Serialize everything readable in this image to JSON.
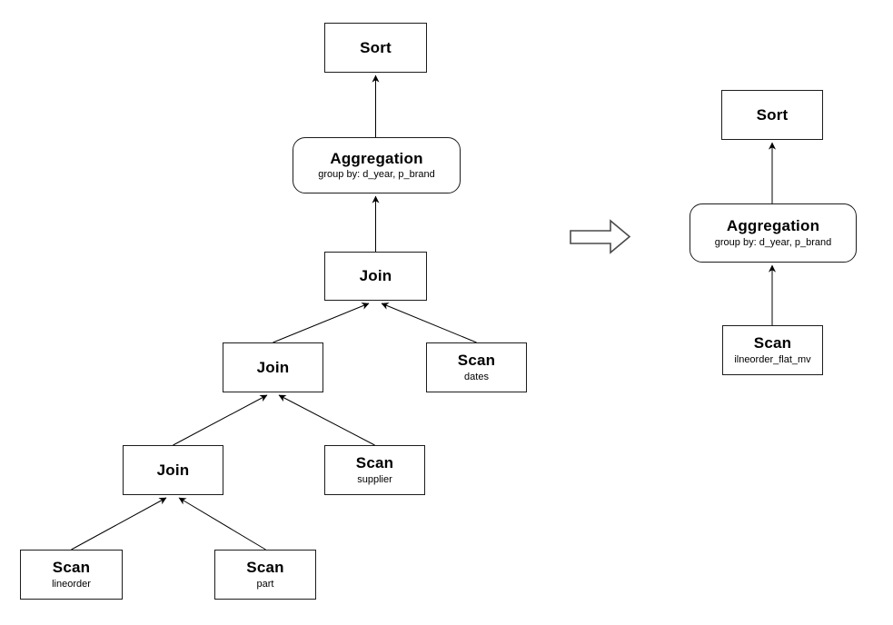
{
  "diagram": {
    "description": "Query plan rewrite: multi-join plan collapsed to materialized-view scan",
    "background_color": "#ffffff",
    "node_border_color": "#1c1c1c",
    "edge_color": "#000000",
    "transform_arrow": {
      "icon": "right-block-arrow",
      "outline_color": "#4a4a4a",
      "fill_color": "#ffffff"
    }
  },
  "left_plan": {
    "sort": {
      "title": "Sort"
    },
    "aggregation": {
      "title": "Aggregation",
      "subtitle": "group by: d_year, p_brand"
    },
    "join_top": {
      "title": "Join"
    },
    "join_mid": {
      "title": "Join"
    },
    "join_bottom": {
      "title": "Join"
    },
    "scan_dates": {
      "title": "Scan",
      "subtitle": "dates"
    },
    "scan_supplier": {
      "title": "Scan",
      "subtitle": "supplier"
    },
    "scan_lineorder": {
      "title": "Scan",
      "subtitle": "lineorder"
    },
    "scan_part": {
      "title": "Scan",
      "subtitle": "part"
    }
  },
  "right_plan": {
    "sort": {
      "title": "Sort"
    },
    "aggregation": {
      "title": "Aggregation",
      "subtitle": "group by: d_year, p_brand"
    },
    "scan_mv": {
      "title": "Scan",
      "subtitle": "ilneorder_flat_mv"
    }
  }
}
